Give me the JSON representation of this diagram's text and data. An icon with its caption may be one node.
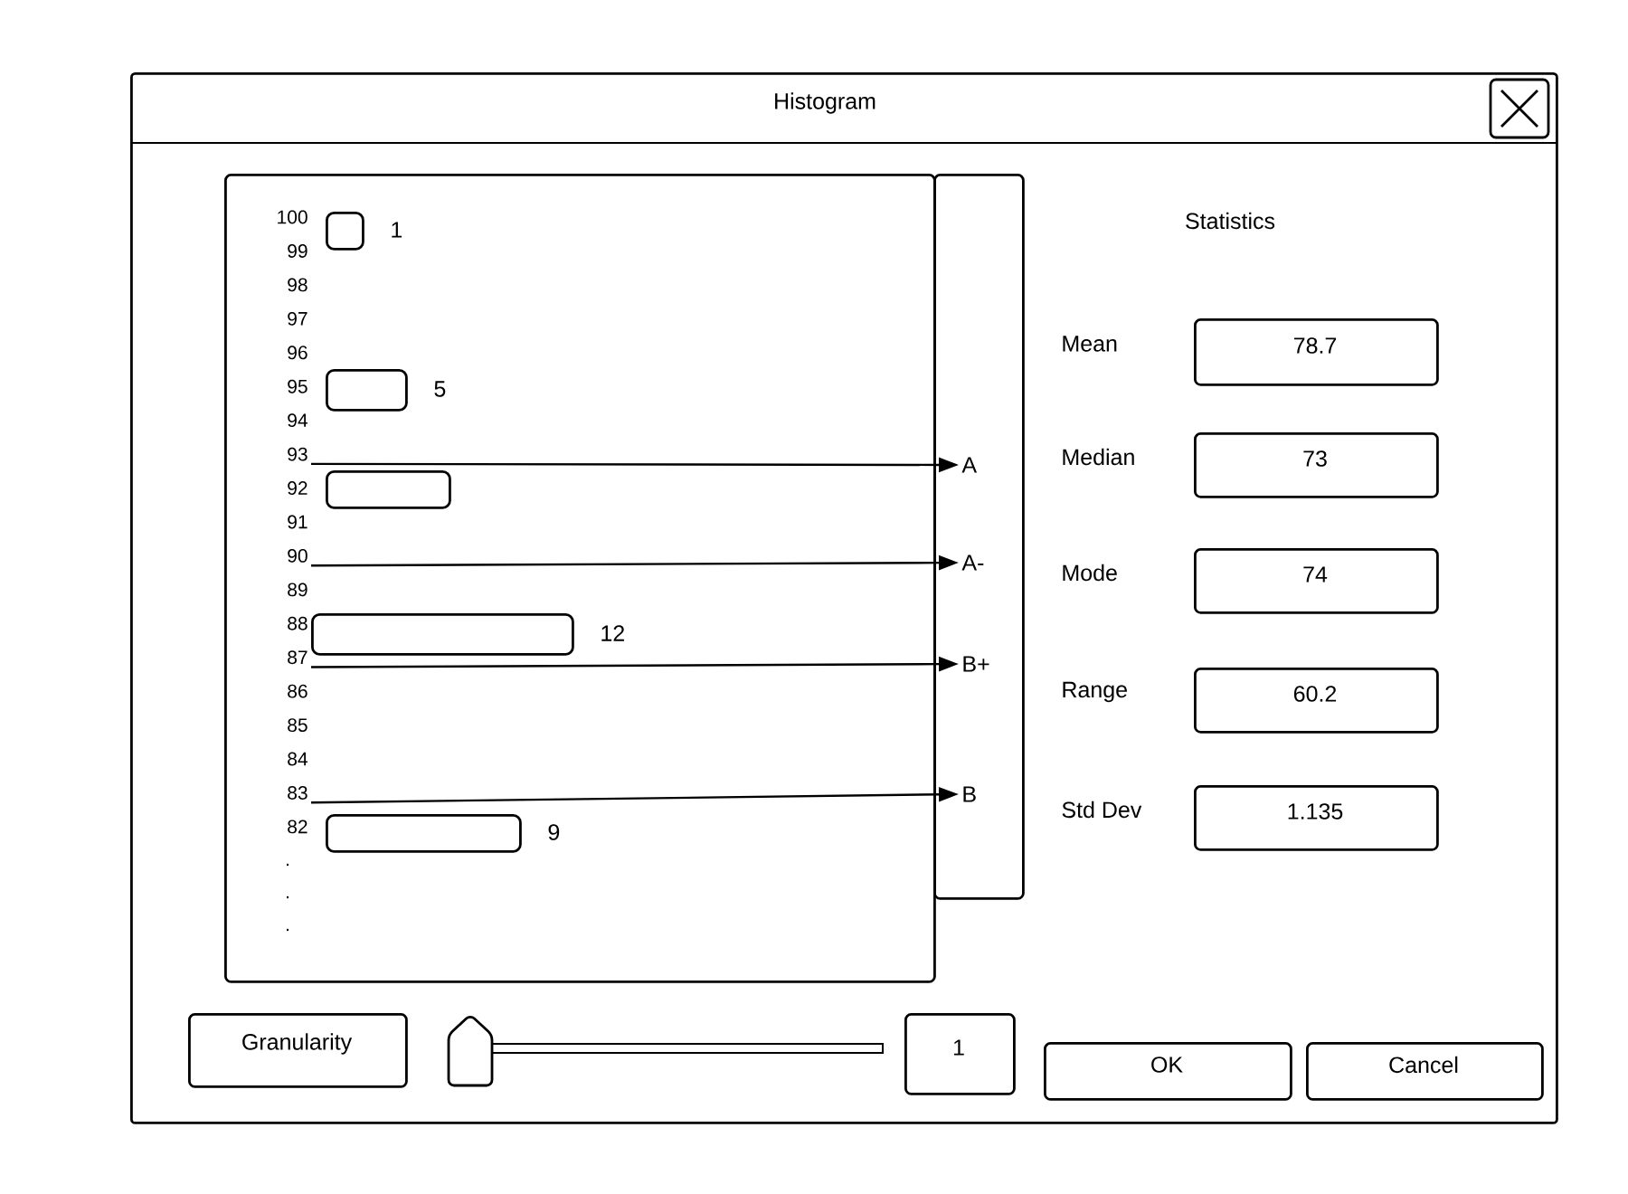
{
  "diagram": {
    "nodes": [
      {
        "text": [
          "Histogram"
        ]
      },
      {
        "text": [],
        "shape": "box",
        "in": 0
      },
      {
        "text": [],
        "shape": "box",
        "in": 0
      },
      {
        "text": [
          "100"
        ],
        "in": 1
      },
      {
        "text": [
          "99"
        ],
        "in": 1
      },
      {
        "text": [
          "98"
        ],
        "in": 1
      },
      {
        "text": [
          "97"
        ],
        "in": 1
      },
      {
        "text": [
          "96"
        ],
        "in": 1
      },
      {
        "text": [
          "95"
        ],
        "in": 1
      },
      {
        "text": [
          "94"
        ],
        "in": 1
      },
      {
        "text": [
          "93"
        ],
        "in": 1
      },
      {
        "text": [
          "92"
        ],
        "in": 1
      },
      {
        "text": [
          "91"
        ],
        "in": 1
      },
      {
        "text": [
          "90"
        ],
        "in": 1
      },
      {
        "text": [
          "89"
        ],
        "in": 1
      },
      {
        "text": [
          "88"
        ],
        "in": 1
      },
      {
        "text": [
          "87"
        ],
        "in": 1
      },
      {
        "text": [
          "86"
        ],
        "in": 1
      },
      {
        "text": [
          "85"
        ],
        "in": 1
      },
      {
        "text": [
          "84"
        ],
        "in": 1
      },
      {
        "text": [
          "83"
        ],
        "in": 1
      },
      {
        "text": [
          "82"
        ],
        "in": 1
      },
      {
        "text": [],
        "shape": "bar",
        "in": 1,
        "beside": [
          "1"
        ]
      },
      {
        "text": [],
        "shape": "bar",
        "in": 1,
        "beside": [
          "5"
        ]
      },
      {
        "text": [],
        "shape": "bar",
        "in": 1
      },
      {
        "text": [],
        "shape": "bar",
        "in": 1,
        "beside": [
          "12"
        ]
      },
      {
        "text": [],
        "shape": "bar",
        "in": 1,
        "beside": [
          "9"
        ]
      },
      {
        "text": [
          "A"
        ],
        "in": 2
      },
      {
        "text": [
          "A-"
        ],
        "in": 2
      },
      {
        "text": [
          "B+"
        ],
        "in": 2
      },
      {
        "text": [
          "B"
        ],
        "in": 2
      },
      {
        "text": [
          "78.7"
        ],
        "in": 0,
        "beside": [
          "Mean"
        ]
      },
      {
        "text": [
          "73"
        ],
        "in": 0,
        "beside": [
          "Median"
        ]
      },
      {
        "text": [
          "74"
        ],
        "in": 0,
        "beside": [
          "Mode"
        ]
      },
      {
        "text": [
          "60.2"
        ],
        "in": 0,
        "beside": [
          "Range"
        ]
      },
      {
        "text": [
          "1.135"
        ],
        "in": 0,
        "beside": [
          "Std Dev"
        ]
      },
      {
        "text": [
          "Granularity"
        ],
        "in": 0
      },
      {
        "text": [
          "1"
        ],
        "in": 0
      },
      {
        "text": [
          "OK"
        ],
        "in": 0
      },
      {
        "text": [
          "Cancel"
        ],
        "in": 0
      }
    ],
    "edges": [
      {
        "from": 10,
        "to": 27,
        "arrow": "to"
      },
      {
        "from": 13,
        "to": 28,
        "arrow": "to"
      },
      {
        "from": 16,
        "to": 29,
        "arrow": "to"
      },
      {
        "from": 20,
        "to": 30,
        "arrow": "to"
      }
    ],
    "labels": [
      "Statistics",
      ".",
      ".",
      "."
    ]
  }
}
